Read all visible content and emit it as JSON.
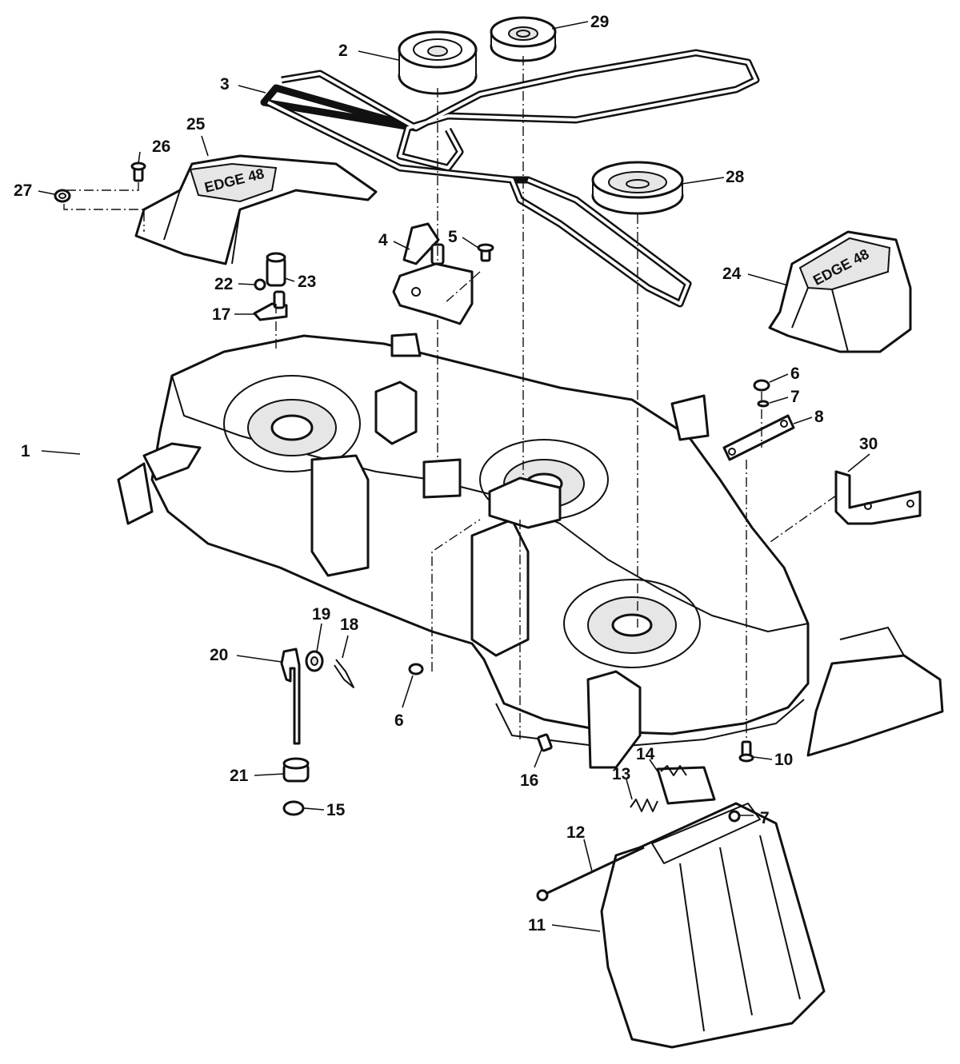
{
  "callouts": [
    {
      "id": "1",
      "label": "1"
    },
    {
      "id": "2",
      "label": "2"
    },
    {
      "id": "3",
      "label": "3"
    },
    {
      "id": "4",
      "label": "4"
    },
    {
      "id": "5",
      "label": "5"
    },
    {
      "id": "6a",
      "label": "6"
    },
    {
      "id": "6b",
      "label": "6"
    },
    {
      "id": "7a",
      "label": "7"
    },
    {
      "id": "7b",
      "label": "7"
    },
    {
      "id": "8",
      "label": "8"
    },
    {
      "id": "10",
      "label": "10"
    },
    {
      "id": "11",
      "label": "11"
    },
    {
      "id": "12",
      "label": "12"
    },
    {
      "id": "13",
      "label": "13"
    },
    {
      "id": "14",
      "label": "14"
    },
    {
      "id": "15",
      "label": "15"
    },
    {
      "id": "16",
      "label": "16"
    },
    {
      "id": "17",
      "label": "17"
    },
    {
      "id": "18",
      "label": "18"
    },
    {
      "id": "19",
      "label": "19"
    },
    {
      "id": "20",
      "label": "20"
    },
    {
      "id": "21",
      "label": "21"
    },
    {
      "id": "22",
      "label": "22"
    },
    {
      "id": "23",
      "label": "23"
    },
    {
      "id": "24",
      "label": "24"
    },
    {
      "id": "25",
      "label": "25"
    },
    {
      "id": "26",
      "label": "26"
    },
    {
      "id": "27",
      "label": "27"
    },
    {
      "id": "28",
      "label": "28"
    },
    {
      "id": "29",
      "label": "29"
    },
    {
      "id": "30",
      "label": "30"
    }
  ]
}
